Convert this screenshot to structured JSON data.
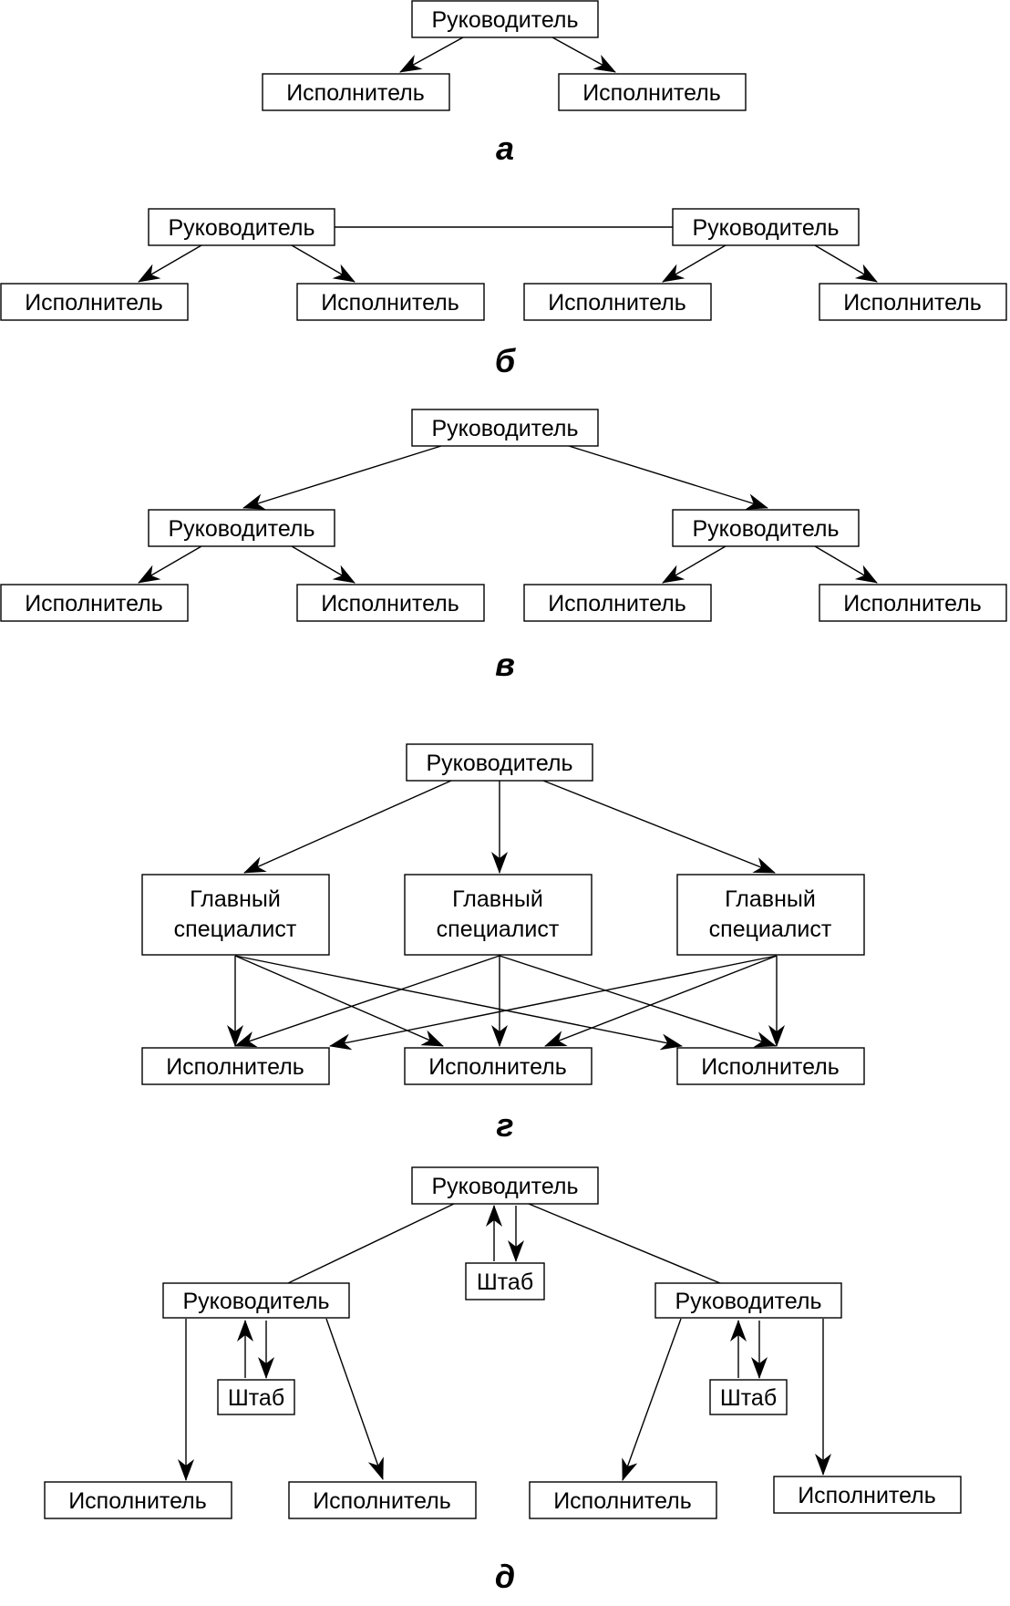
{
  "labels": {
    "head": "Руководитель",
    "exec": "Исполнитель",
    "chief_line1": "Главный",
    "chief_line2": "специалист",
    "staff": "Штаб"
  },
  "captions": {
    "a": "а",
    "b": "б",
    "v": "в",
    "g": "г",
    "d": "д"
  }
}
